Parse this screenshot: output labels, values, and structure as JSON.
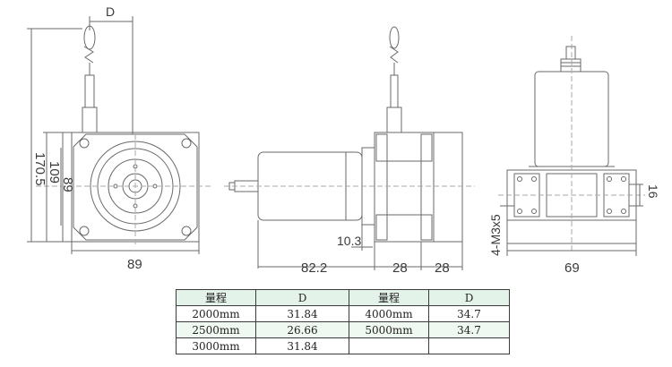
{
  "dimensions": {
    "front_d": "D",
    "front_height_total": "170.5",
    "front_height_body": "109",
    "front_height_inner": "89",
    "front_width": "89",
    "side_offset": "10.3",
    "side_length": "82.2",
    "side_flange_1": "28",
    "side_flange_2": "28",
    "rear_mount": "4-M3x5",
    "rear_side": "16",
    "rear_width": "69"
  },
  "spec_table": {
    "headers": [
      "量程",
      "D",
      "量程",
      "D"
    ],
    "rows": [
      [
        "2000mm",
        "31.84",
        "4000mm",
        "34.7"
      ],
      [
        "2500mm",
        "26.66",
        "5000mm",
        "34.7"
      ],
      [
        "3000mm",
        "31.84",
        "",
        ""
      ]
    ]
  }
}
